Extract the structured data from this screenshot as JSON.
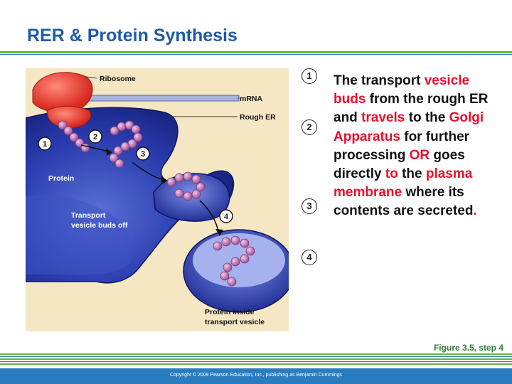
{
  "slide": {
    "title": "RER & Protein Synthesis",
    "colors": {
      "title": "#1f5aa6",
      "highlight": "#e8112d",
      "accent_green": "#6cb33f",
      "footer": "#2a7cc1"
    }
  },
  "diagram": {
    "labels": {
      "ribosome": "Ribosome",
      "mrna": "mRNA",
      "rough_er": "Rough ER",
      "protein": "Protein",
      "vesicle_line1": "Transport",
      "vesicle_line2": "vesicle buds off",
      "inside_line1": "Protein inside",
      "inside_line2": "transport vesicle"
    },
    "step_numbers": [
      "1",
      "2",
      "3",
      "4"
    ]
  },
  "steps": [
    "1",
    "2",
    "3",
    "4"
  ],
  "text": {
    "s1": "The transport ",
    "s2": "vesicle buds",
    "s3": " from the rough ER and ",
    "s4": "travels",
    "s5": " to the ",
    "s6": "Golgi Apparatus",
    "s7": " for further processing ",
    "s8": "OR",
    "s9": " goes directly ",
    "s10": "to",
    "s11": " the ",
    "s12": "plasma membrane",
    "s13": " where its contents are secreted",
    "s14": "."
  },
  "caption": "Figure 3.5, step 4",
  "footer": {
    "copyright": "Copyright © 2009 Pearson Education, Inc., publishing as Benjamin Cummings"
  }
}
